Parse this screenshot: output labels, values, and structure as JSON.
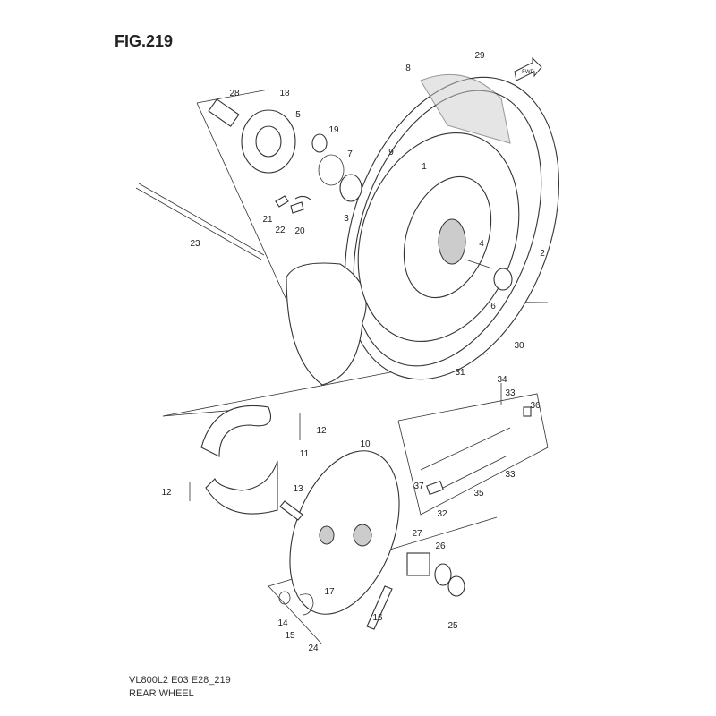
{
  "figure": {
    "title": "FIG.219",
    "model_code": "VL800L2 E03 E28_219",
    "name": "REAR WHEEL",
    "fwd_label": "FWD"
  },
  "callouts": [
    "8",
    "29",
    "28",
    "18",
    "5",
    "19",
    "7",
    "9",
    "1",
    "3",
    "4",
    "2",
    "21",
    "22",
    "20",
    "23",
    "6",
    "30",
    "31",
    "34",
    "33",
    "36",
    "10",
    "12",
    "11",
    "12",
    "13",
    "33",
    "37",
    "35",
    "32",
    "27",
    "26",
    "14",
    "15",
    "24",
    "17",
    "16",
    "25"
  ]
}
